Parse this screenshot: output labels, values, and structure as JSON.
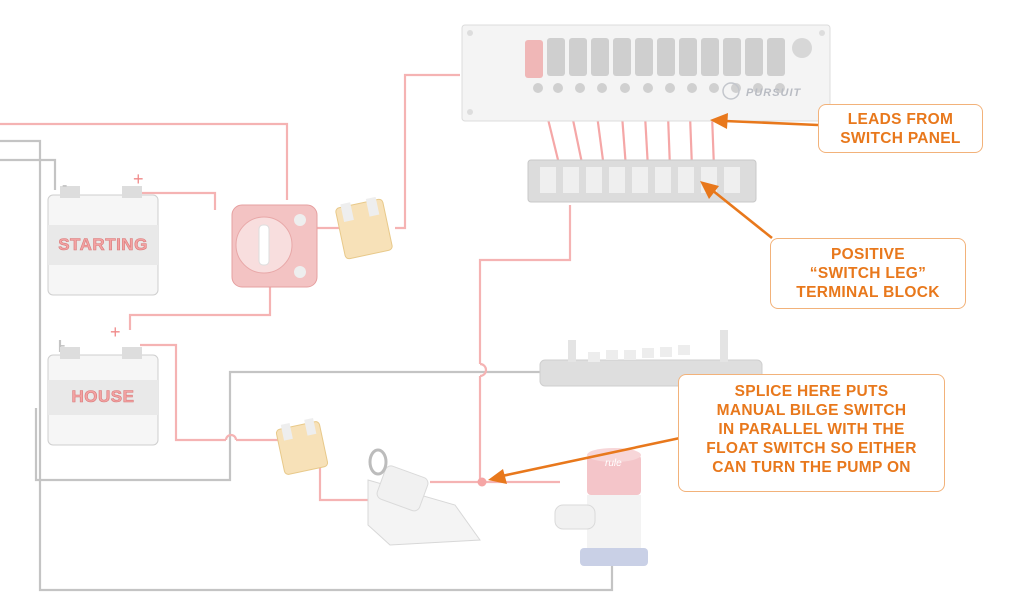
{
  "colors": {
    "positive_wire": "#f5b3b3",
    "ground_wire": "#c4c4c4",
    "callout_text": "#e8781c",
    "callout_border": "#f2b27a",
    "arrow": "#e8781c"
  },
  "batteries": {
    "starting_label": "STARTING",
    "house_label": "HOUSE",
    "plus_sign": "+",
    "minus_sign": "-"
  },
  "switch_panel": {
    "brand": "PURSUIT"
  },
  "pump": {
    "brand": "rule"
  },
  "callouts": {
    "leads": [
      "LEADS FROM",
      "SWITCH PANEL"
    ],
    "terminal": [
      "POSITIVE",
      "“SWITCH LEG”",
      "TERMINAL BLOCK"
    ],
    "splice": [
      "SPLICE HERE PUTS",
      "MANUAL BILGE SWITCH",
      "IN PARALLEL WITH THE",
      "FLOAT SWITCH SO EITHER",
      "CAN TURN THE PUMP ON"
    ]
  },
  "icons": {
    "battery": "battery-icon",
    "battery_switch": "battery-selector-switch-icon",
    "fuse": "blade-fuse-icon",
    "float_switch": "float-switch-icon",
    "bilge_pump": "bilge-pump-icon",
    "bus_bar": "bus-bar-icon"
  }
}
